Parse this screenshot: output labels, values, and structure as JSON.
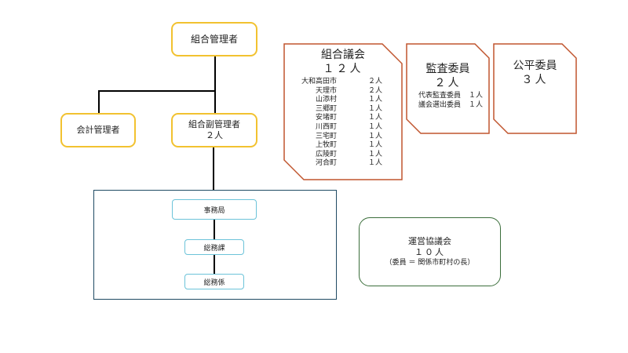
{
  "manager": {
    "label": "組合管理者"
  },
  "accountant": {
    "label": "会計管理者"
  },
  "vice_manager": {
    "label": "組合副管理者",
    "count": "２人"
  },
  "secretariat": {
    "office": "事務局",
    "division": "総務課",
    "section": "総務係"
  },
  "assembly": {
    "title": "組合議会",
    "total": "１２人",
    "members": [
      {
        "name": "大和高田市",
        "count": "２人"
      },
      {
        "name": "天理市",
        "count": "２人"
      },
      {
        "name": "山添村",
        "count": "１人"
      },
      {
        "name": "三郷町",
        "count": "１人"
      },
      {
        "name": "安堵町",
        "count": "１人"
      },
      {
        "name": "川西町",
        "count": "１人"
      },
      {
        "name": "三宅町",
        "count": "１人"
      },
      {
        "name": "上牧町",
        "count": "１人"
      },
      {
        "name": "広陵町",
        "count": "１人"
      },
      {
        "name": "河合町",
        "count": "１人"
      }
    ]
  },
  "auditors": {
    "title": "監査委員",
    "total": "２人",
    "members": [
      {
        "name": "代表監査委員",
        "count": "１人"
      },
      {
        "name": "議会選出委員",
        "count": "１人"
      }
    ]
  },
  "fairness": {
    "title": "公平委員",
    "total": "３人"
  },
  "council": {
    "title": "運営協議会",
    "total": "１０人",
    "note": "（委員 ＝ 関係市町村の長）"
  },
  "colors": {
    "manager_border": "#f2c230",
    "committee_border": "#c0552e",
    "secretariat_frame": "#1f4a63",
    "secretariat_box": "#6cc3d9",
    "council_border": "#3b6e3b"
  }
}
